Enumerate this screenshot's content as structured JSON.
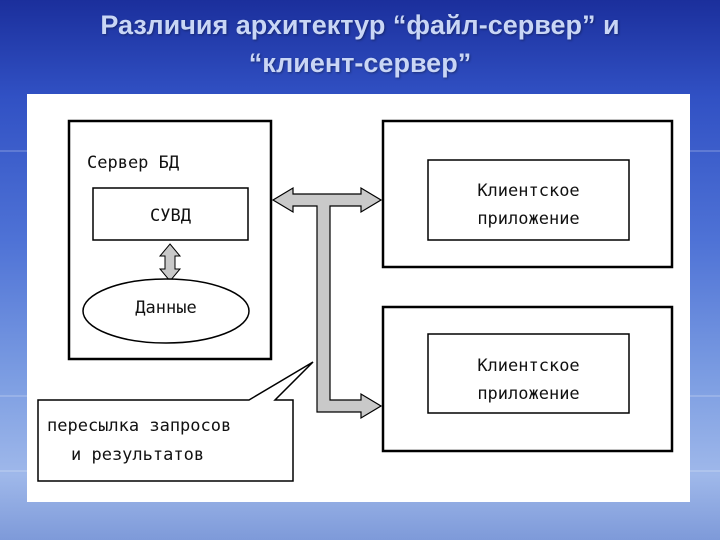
{
  "title": {
    "line1": "Различия архитектур “файл-сервер” и",
    "line2": "“клиент-сервер”"
  },
  "diagram": {
    "server_label": "Сервер БД",
    "dbms_label": "СУВД",
    "data_label": "Данные",
    "client1_line1": "Клиентское",
    "client1_line2": "приложение",
    "client2_line1": "Клиентское",
    "client2_line2": "приложение",
    "callout_line1": "пересылка запросов",
    "callout_line2": "и результатов"
  },
  "colors": {
    "arrow_fill": "#c9c9c9",
    "stroke": "#000000",
    "background_top": "#1b2f9c",
    "background_bottom": "#9fb8ea"
  }
}
